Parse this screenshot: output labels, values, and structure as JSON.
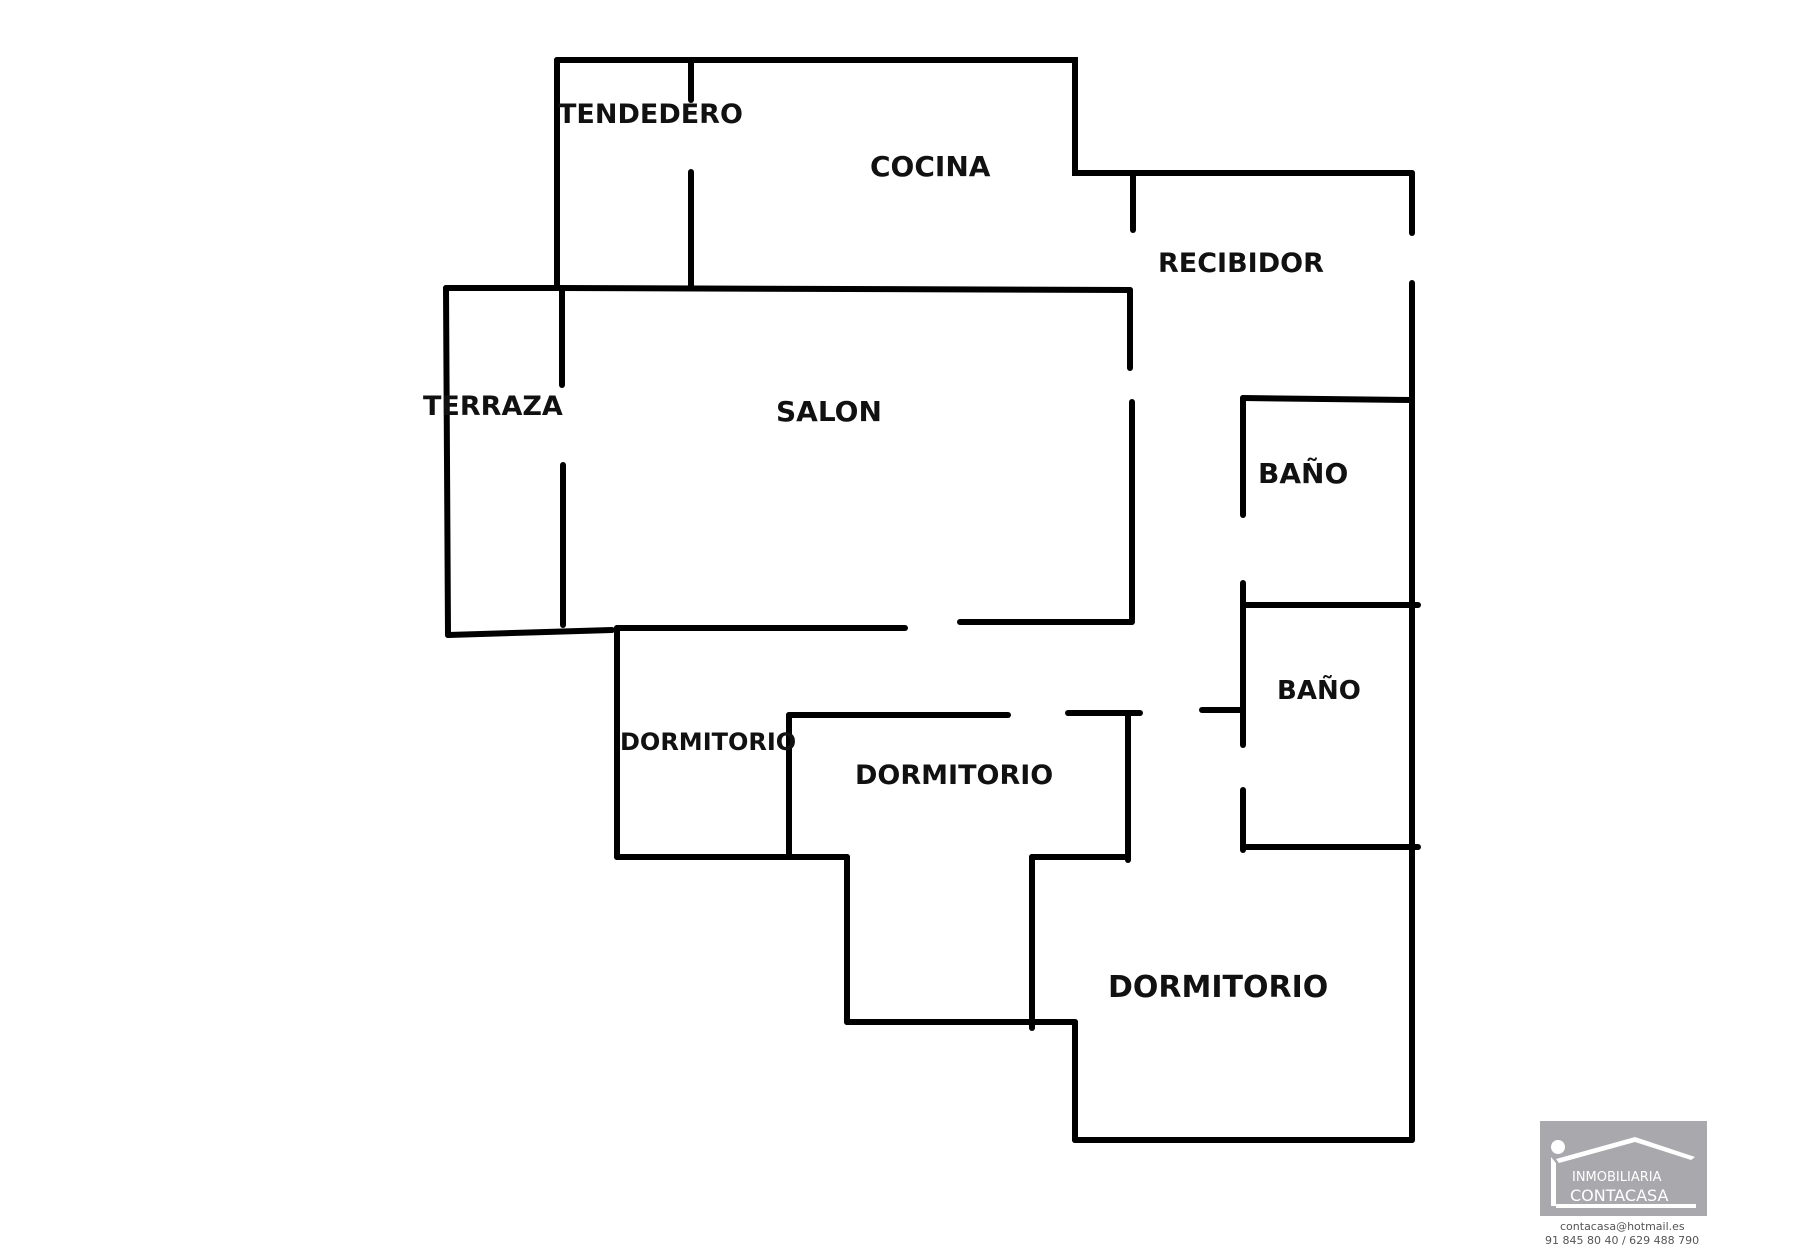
{
  "rooms": {
    "tendedero": "TENDEDERO",
    "cocina": "COCINA",
    "recibidor": "RECIBIDOR",
    "terraza": "TERRAZA",
    "salon": "SALON",
    "bano_1": "BAÑO",
    "bano_2": "BAÑO",
    "dormitorio_1": "DORMITORIO",
    "dormitorio_2": "DORMITORIO",
    "dormitorio_3": "DORMITORIO"
  },
  "branding": {
    "line1": "INMOBILIARIA",
    "line2": "CONTACASA",
    "email": "contacasa@hotmail.es",
    "phones": "91 845 80 40 / 629 488 790",
    "logo_bg": "#a9a9ad",
    "icon": "house-roof-icon"
  },
  "colors": {
    "wall": "#000000",
    "background": "#ffffff"
  }
}
